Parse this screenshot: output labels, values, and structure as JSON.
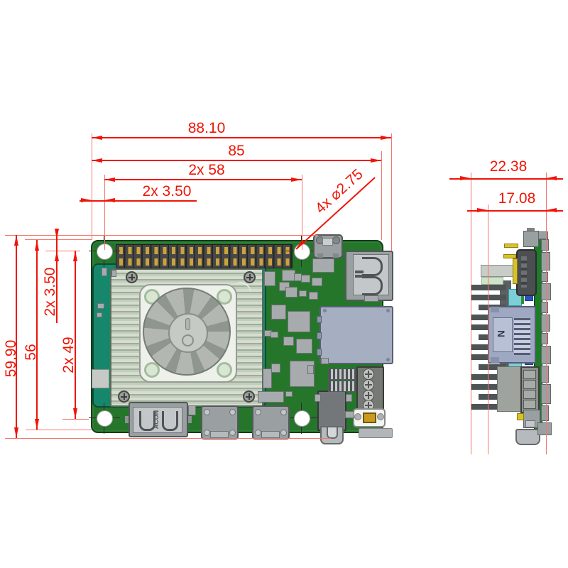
{
  "drawing": {
    "type": "mechanical dimension drawing of a single-board computer (top view and right-side view)",
    "units_implied": "mm",
    "dims": {
      "top_view": {
        "overall_width": "88.10",
        "board_width": "85",
        "hole_pitch_x": "2x 58",
        "hole_inset_x": "2x 3.50",
        "hole_callout": "4x ⌀2.75",
        "overall_height": "59.90",
        "board_height": "56",
        "hole_inset_y": "2x 3.50",
        "hole_pitch_y": "2x 49"
      },
      "side_view": {
        "overall_depth": "22.38",
        "inner_depth": "17.08"
      }
    },
    "component_labels": {
      "ethernet_marking": "N",
      "usb_connector_marking": "ACON"
    },
    "colors": {
      "dimension_red": "#ef1506",
      "extension_line_pink": "#f4776b",
      "pcb_green": "#25762b",
      "som_module_teal": "#17876b",
      "heatsink_sage": "#c2cdbb",
      "ethernet_blue_gray": "#9fa8c2",
      "connector_gray": "#9aa0a2",
      "pin_gold": "#c9a33c",
      "header_pin_yellow": "#d8c22a",
      "background": "#ffffff"
    }
  }
}
